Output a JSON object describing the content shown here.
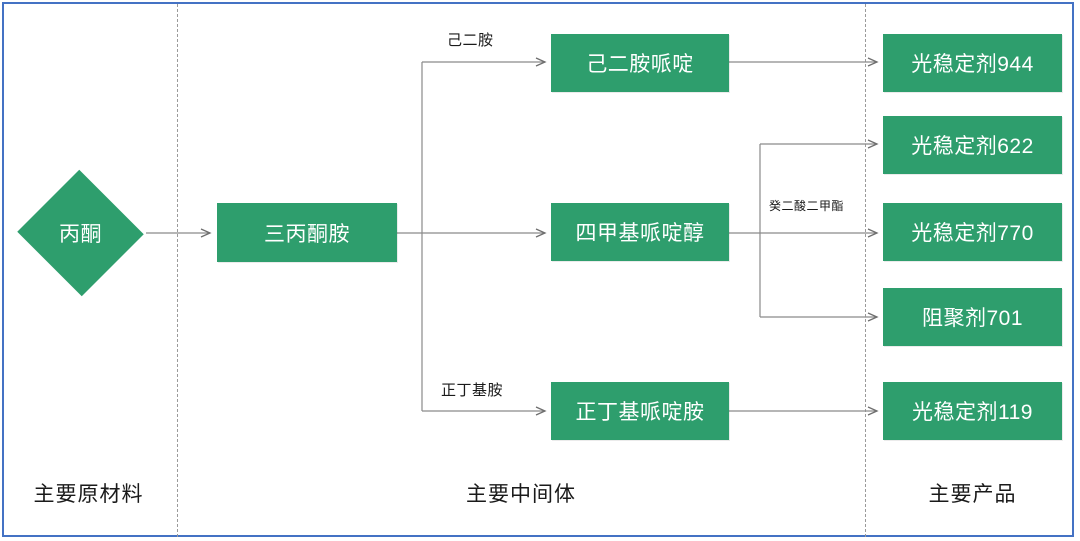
{
  "diagram": {
    "title_present": false,
    "accent_color": "#2e9e6d",
    "frame_color": "#4472c4",
    "line_color": "#808080",
    "lanes": [
      {
        "id": "raw",
        "label": "主要原材料"
      },
      {
        "id": "inter",
        "label": "主要中间体"
      },
      {
        "id": "prod",
        "label": "主要产品"
      }
    ],
    "nodes": {
      "acetone": {
        "label": "丙酮",
        "shape": "diamond"
      },
      "triacetonamine": {
        "label": "三丙酮胺",
        "shape": "rect"
      },
      "hmd_piperidine": {
        "label": "己二胺哌啶",
        "shape": "rect"
      },
      "tmp_ol": {
        "label": "四甲基哌啶醇",
        "shape": "rect"
      },
      "nbutyl_amine_pip": {
        "label": "正丁基哌啶胺",
        "shape": "rect"
      },
      "product_944": {
        "label": "光稳定剂944",
        "shape": "rect"
      },
      "product_622": {
        "label": "光稳定剂622",
        "shape": "rect"
      },
      "product_770": {
        "label": "光稳定剂770",
        "shape": "rect"
      },
      "product_701": {
        "label": "阻聚剂701",
        "shape": "rect"
      },
      "product_119": {
        "label": "光稳定剂119",
        "shape": "rect"
      }
    },
    "edge_labels": {
      "hexanediamine": "己二胺",
      "n_butylamine": "正丁基胺",
      "dimethyl_sebacate": "癸二酸二甲酯"
    }
  }
}
